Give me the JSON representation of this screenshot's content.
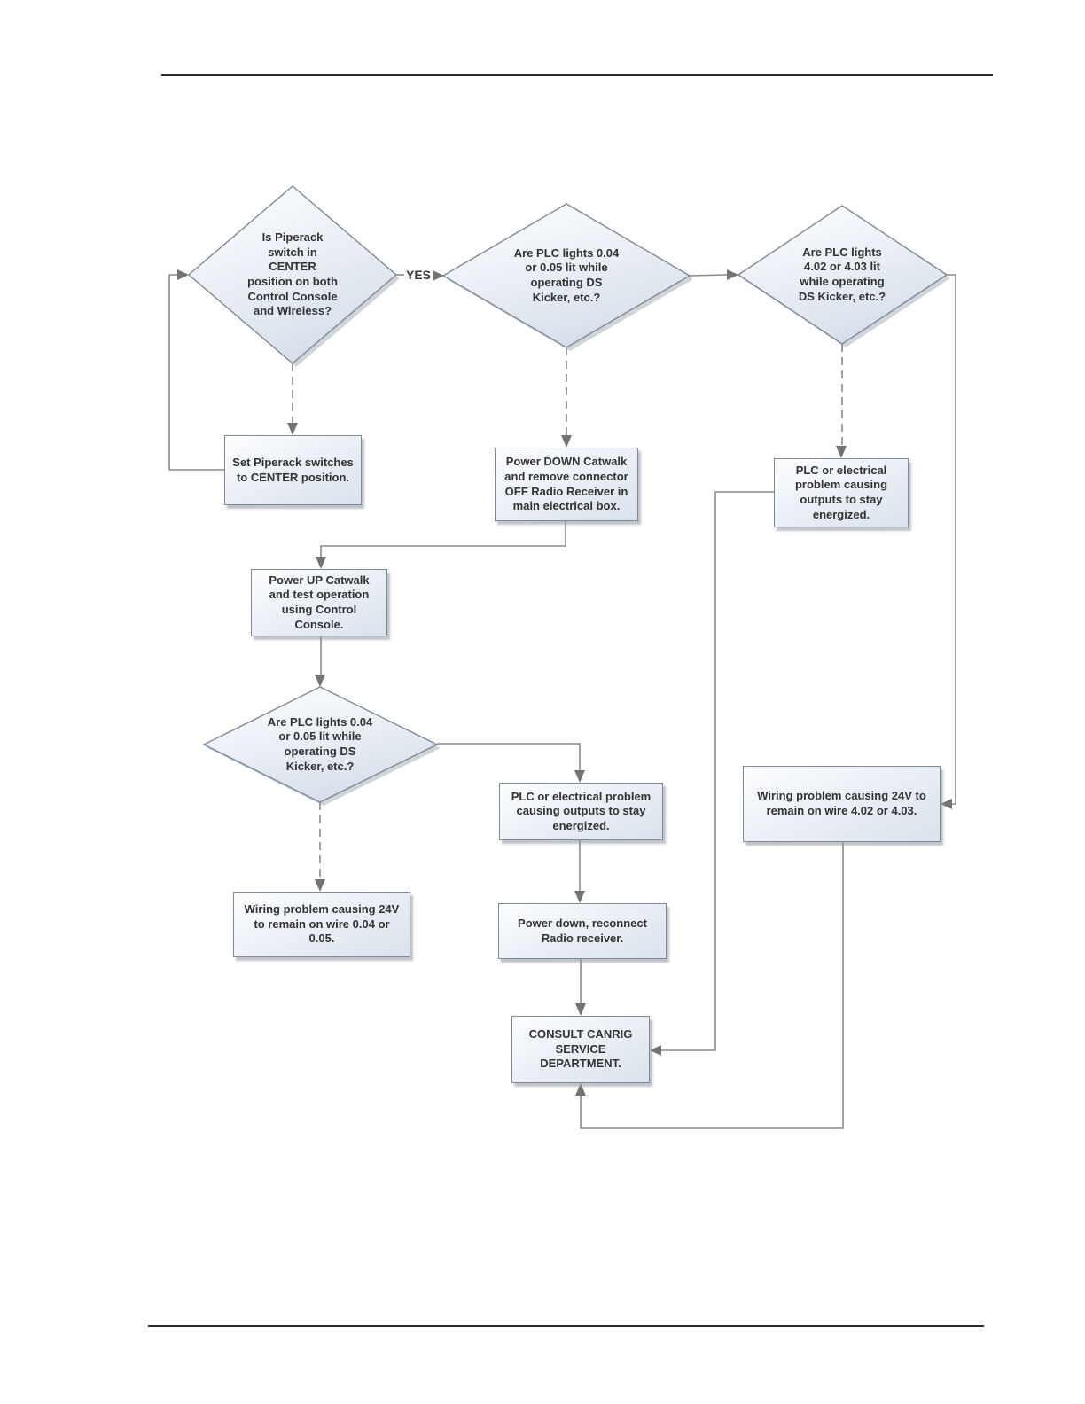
{
  "labels": {
    "yes": "YES"
  },
  "colors": {
    "node_border": "#7e8a97",
    "node_fill_light": "#fdfeff",
    "node_fill_dark": "#d7e0ea",
    "connector": "#8a8a8a",
    "arrowhead": "#737373",
    "text": "#333333",
    "rule": "#2b2b2b"
  },
  "nodes": {
    "decision_piperack_center": {
      "text": "Is Piperack\nswitch in\nCENTER\nposition on both\nControl Console\nand Wireless?"
    },
    "decision_plc_004_005_first": {
      "text": "Are PLC lights 0.04\nor 0.05 lit while\noperating DS\nKicker, etc.?"
    },
    "decision_plc_402_403": {
      "text": "Are PLC lights\n4.02 or 4.03 lit\nwhile operating\nDS Kicker, etc.?"
    },
    "process_set_piperack": {
      "text": "Set Piperack switches\nto CENTER position."
    },
    "process_power_down_catwalk": {
      "text": "Power DOWN Catwalk\nand remove connector\nOFF Radio Receiver in\nmain electrical box."
    },
    "process_plc_problem_right": {
      "text": "PLC or electrical\nproblem causing\noutputs to stay\nenergized."
    },
    "process_power_up_catwalk": {
      "text": "Power UP Catwalk\nand test operation\nusing Control\nConsole."
    },
    "decision_plc_004_005_second": {
      "text": "Are PLC lights 0.04\nor 0.05 lit while\noperating DS\nKicker, etc.?"
    },
    "process_plc_problem_center": {
      "text": "PLC or electrical problem\ncausing outputs to stay\nenergized."
    },
    "process_wiring_402_403": {
      "text": "Wiring problem causing 24V to\nremain on wire 4.02 or 4.03."
    },
    "process_wiring_004_005": {
      "text": "Wiring problem causing 24V\nto remain on wire 0.04 or\n0.05."
    },
    "process_power_down_reconnect": {
      "text": "Power down, reconnect\nRadio receiver."
    },
    "process_consult_canrig": {
      "text": "CONSULT CANRIG\nSERVICE\nDEPARTMENT."
    }
  }
}
